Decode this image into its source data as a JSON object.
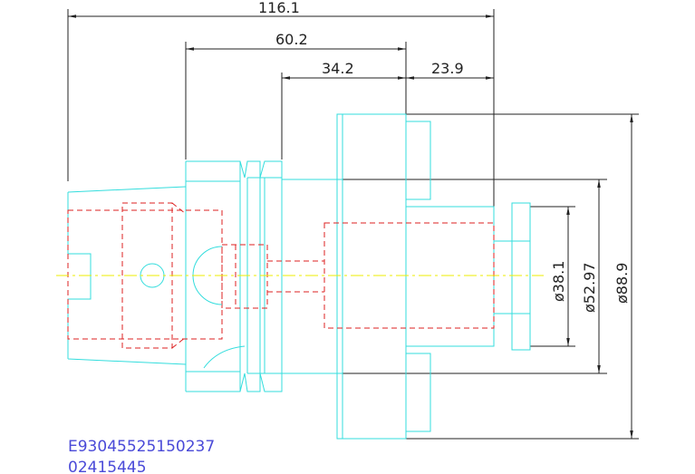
{
  "dimensions": {
    "overall_length": "116.1",
    "length_60": "60.2",
    "length_34": "34.2",
    "length_23": "23.9",
    "dia_38": "ø38.1",
    "dia_52": "ø52.97",
    "dia_88": "ø88.9"
  },
  "codes": {
    "line1": "E93045525150237",
    "line2": "02415445"
  },
  "colors": {
    "outline": "#33dddd",
    "hidden": "#dd2222",
    "centerline": "#eeee00",
    "dimension": "#222222",
    "code_text": "#4a4ad8"
  }
}
